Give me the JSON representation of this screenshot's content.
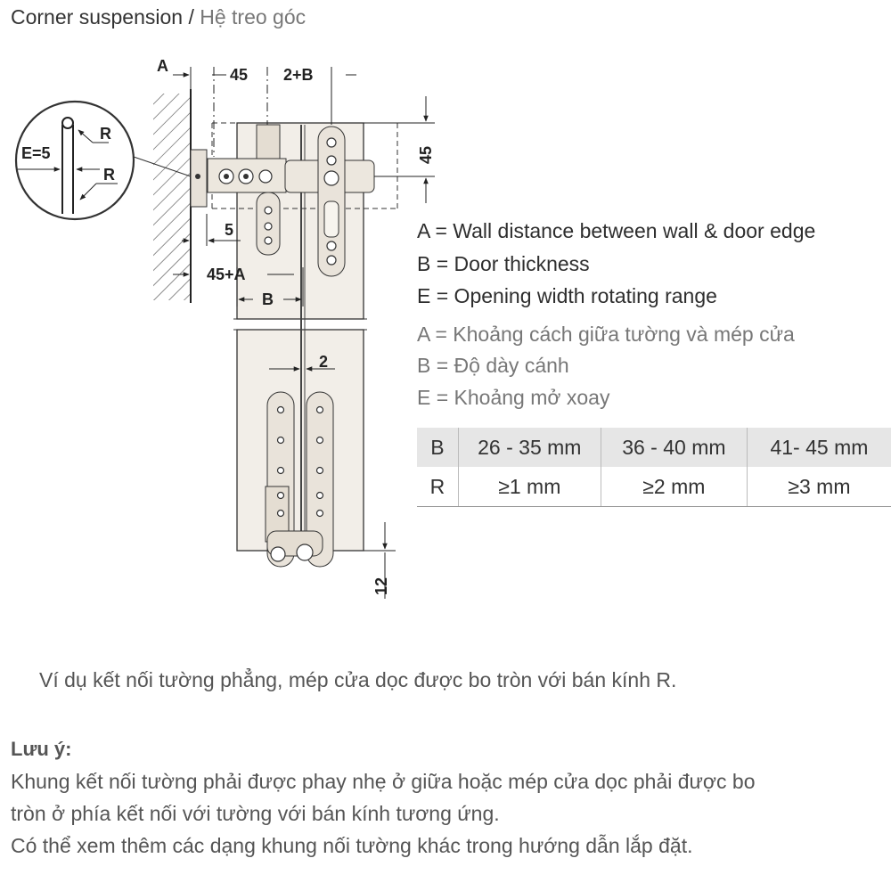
{
  "title": {
    "en": "Corner suspension",
    "sep": " / ",
    "vi": "Hệ treo góc"
  },
  "drawing": {
    "dim_A": "A",
    "dim_45_top": "45",
    "dim_2B": "2+B",
    "dim_45_side": "45",
    "dim_5": "5",
    "dim_45A": "45+A",
    "dim_B": "B",
    "dim_2": "2",
    "dim_12": "12",
    "detail_E": "E=5",
    "detail_R1": "R",
    "detail_R2": "R"
  },
  "legend_en": [
    "A = Wall distance between wall & door edge",
    "B = Door thickness",
    "E = Opening width rotating range"
  ],
  "legend_vi": [
    "A = Khoảng cách giữa tường và mép cửa",
    "B = Độ dày cánh",
    "E = Khoảng mở xoay"
  ],
  "table": {
    "header": [
      "B",
      "26 - 35 mm",
      "36 - 40 mm",
      "41- 45 mm"
    ],
    "row": [
      "R",
      "≥1 mm",
      "≥2 mm",
      "≥3 mm"
    ]
  },
  "caption": "Ví dụ kết nối tường phẳng, mép cửa dọc được bo tròn với bán kính R.",
  "note": {
    "title": "Lưu ý:",
    "lines": [
      "Khung kết nối tường phải được phay nhẹ ở giữa hoặc mép cửa dọc phải được bo",
      "tròn ở phía kết nối với tường với bán kính tương ứng.",
      "Có thể xem thêm các dạng khung nối tường khác trong hướng dẫn lắp đặt."
    ]
  }
}
